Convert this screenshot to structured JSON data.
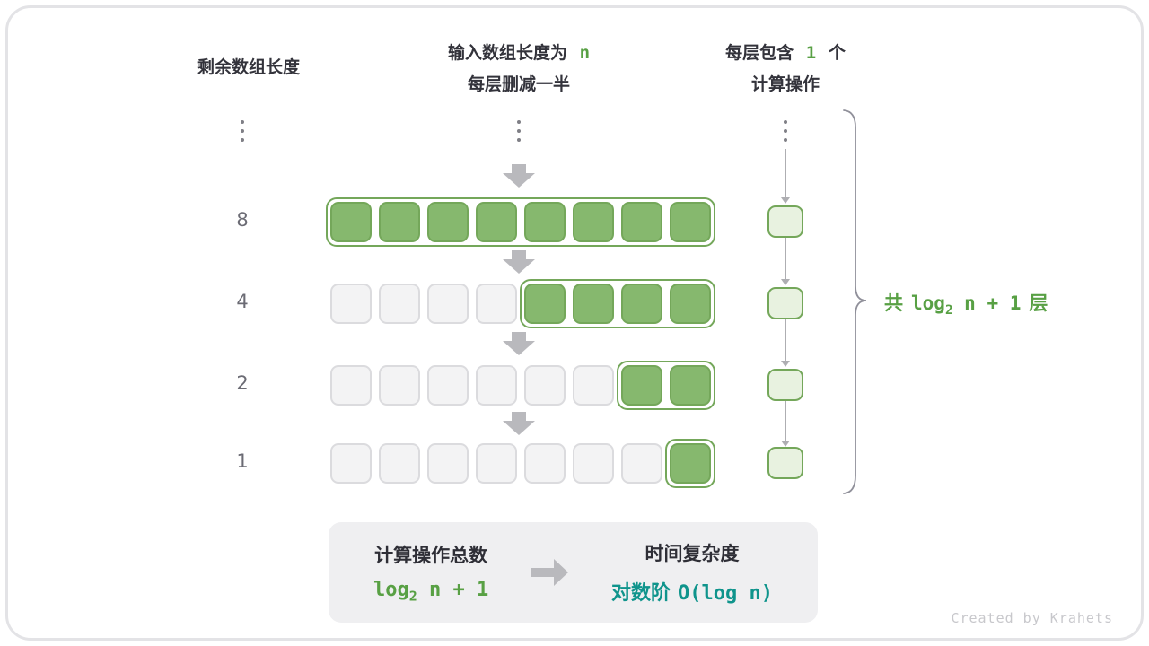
{
  "colors": {
    "green_fill": "#86b86e",
    "green_border": "#74a75a",
    "green_text": "#58a044",
    "teal_text": "#0f948c",
    "empty_fill": "#f3f3f4",
    "empty_border": "#dbdbde",
    "op_fill": "#e8f2e0",
    "arrow_gray": "#b9b9bd"
  },
  "header": {
    "left": "剩余数组长度",
    "center_line1_prefix": "输入数组长度为",
    "center_line1_value": "n",
    "center_line2": "每层删减一半",
    "right_line1_prefix": "每层包含",
    "right_line1_value": "1",
    "right_line1_suffix": "个",
    "right_line2": "计算操作"
  },
  "rows": [
    {
      "label": "8",
      "empty": 0,
      "filled": 8
    },
    {
      "label": "4",
      "empty": 4,
      "filled": 4
    },
    {
      "label": "2",
      "empty": 6,
      "filled": 2
    },
    {
      "label": "1",
      "empty": 7,
      "filled": 1
    }
  ],
  "brace": {
    "prefix": "共",
    "log": "log",
    "sub": "2",
    "tail": " n + 1",
    "suffix": "层"
  },
  "summary": {
    "left_title": "计算操作总数",
    "formula_log": "log",
    "formula_sub": "2",
    "formula_tail": " n + 1",
    "right_title": "时间复杂度",
    "value_prefix": "对数阶",
    "value_code": "O(log n)"
  },
  "watermark": "Created by Krahets"
}
